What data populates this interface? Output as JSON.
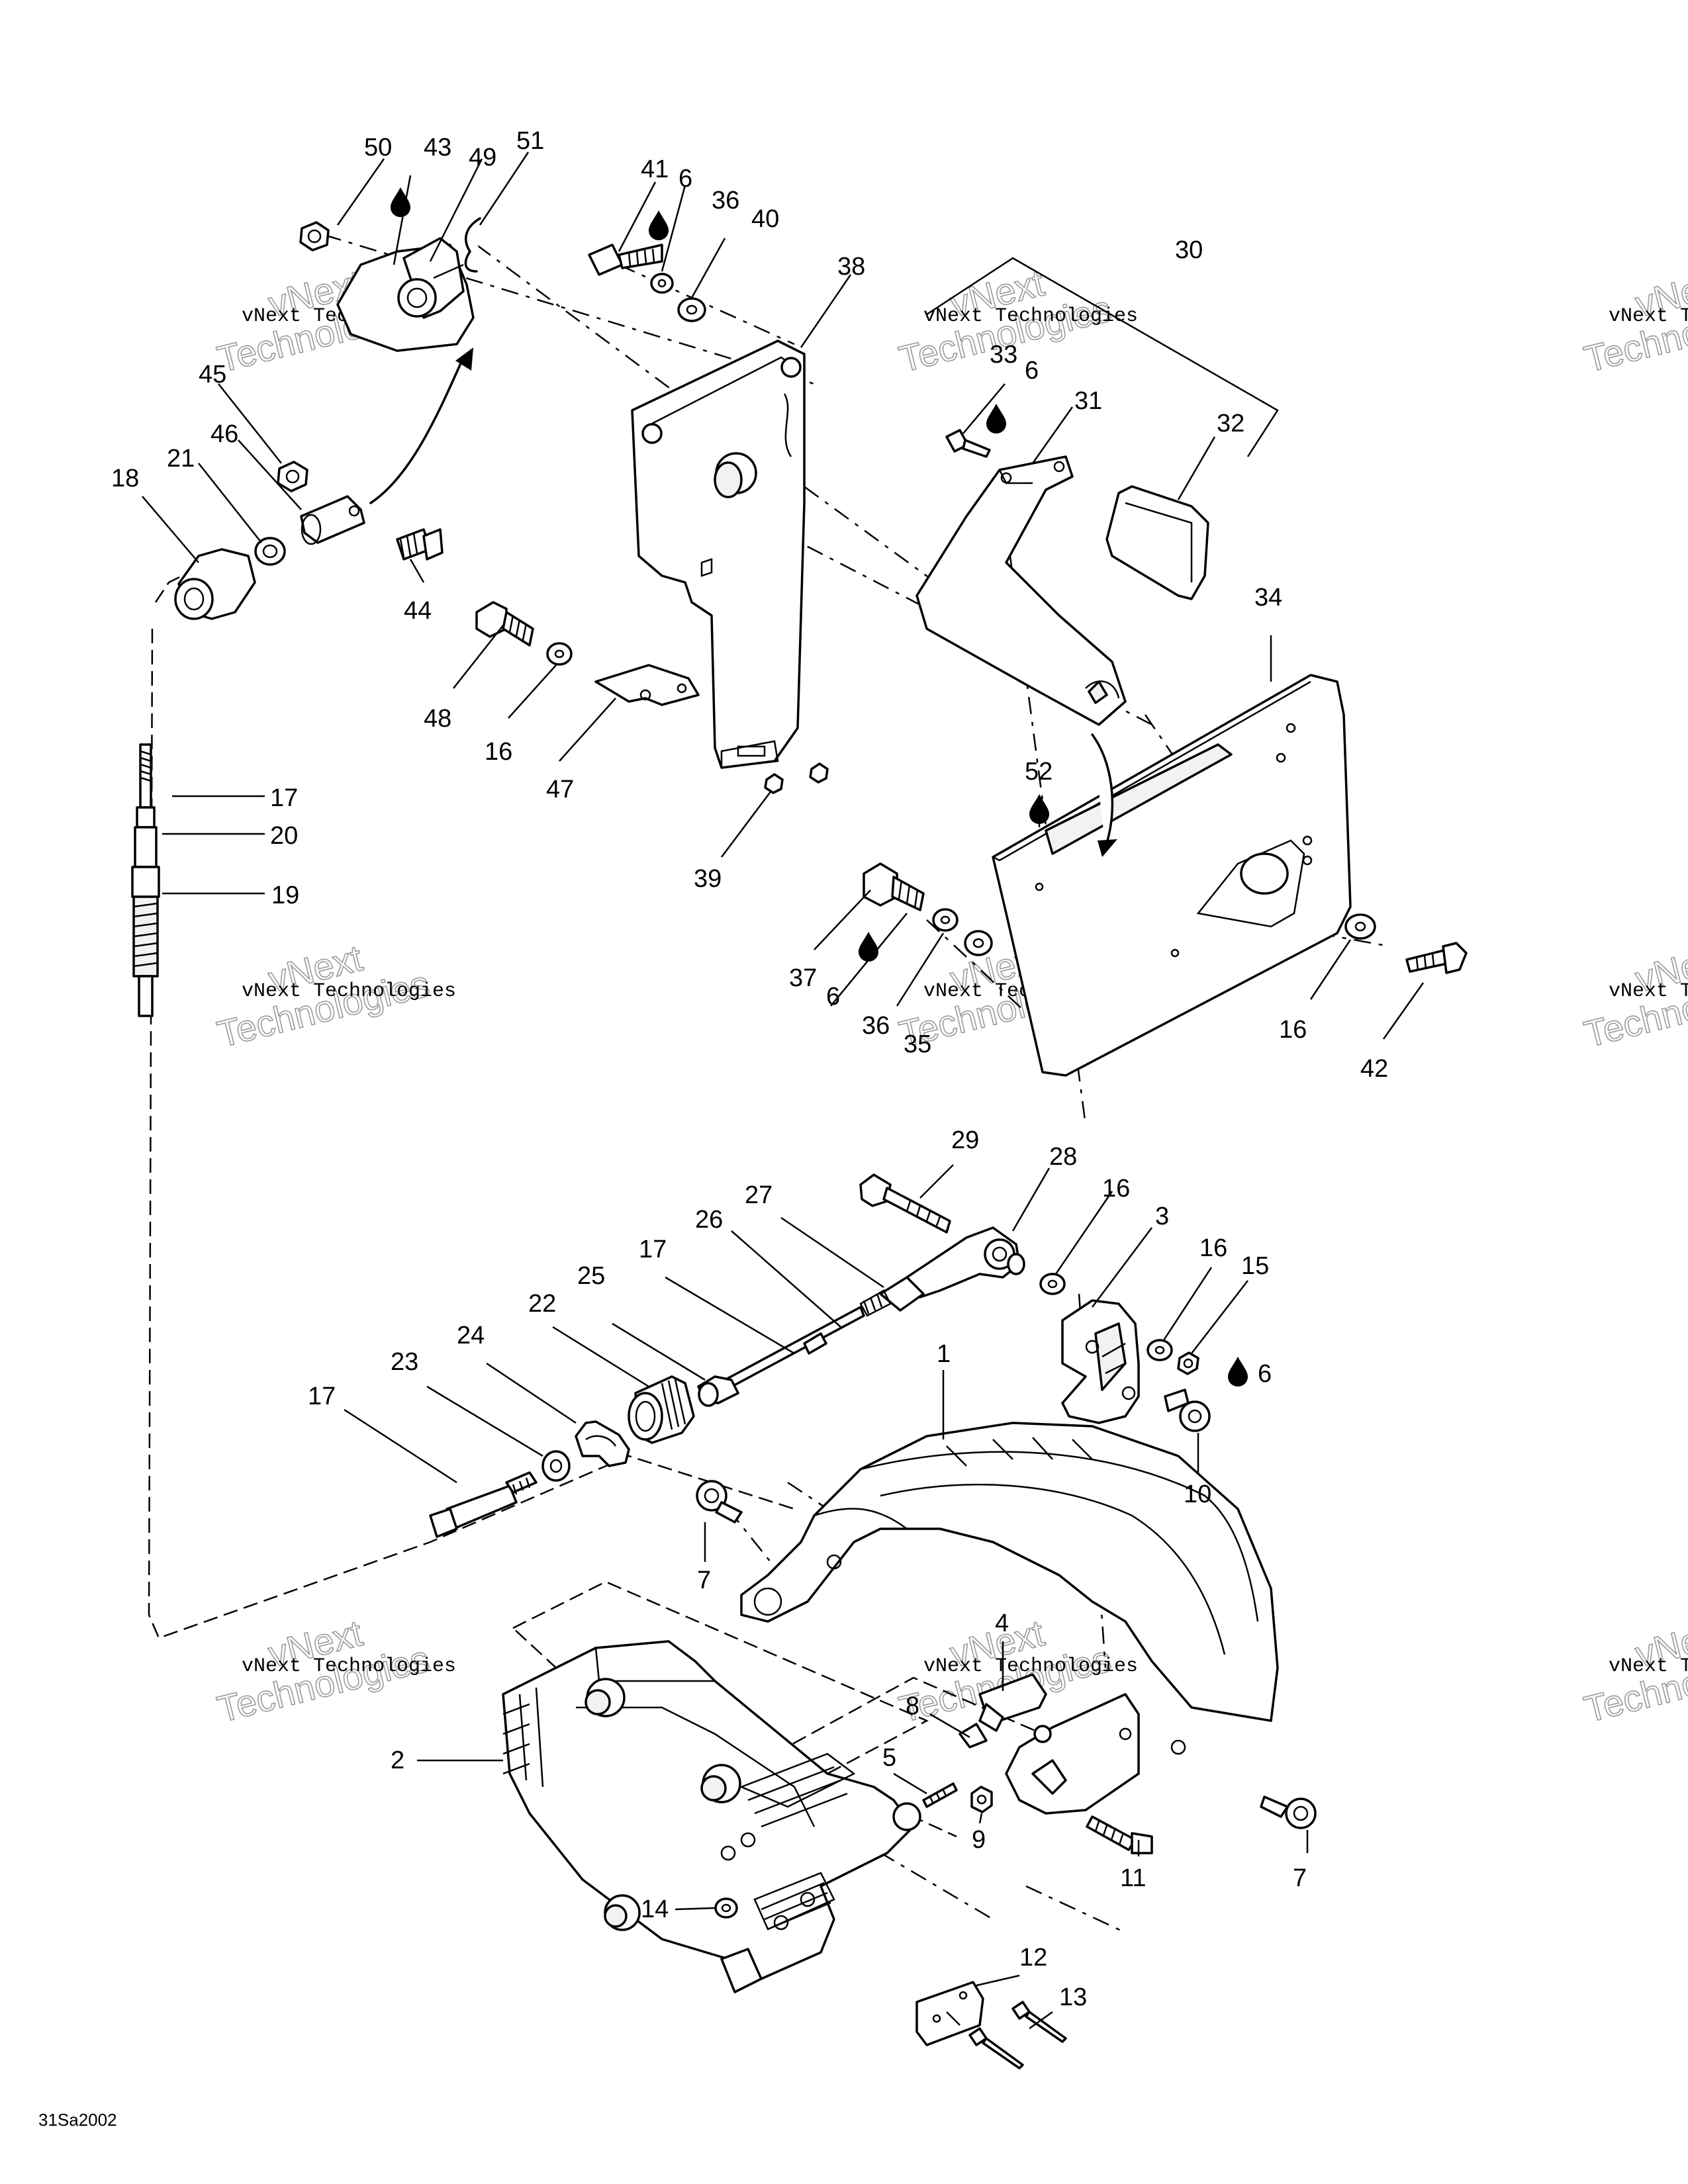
{
  "diagram_code": "31Sa2002",
  "watermark": {
    "line1": "vNext Technologies",
    "line2": "Technologies",
    "line2_offset": "vNext"
  },
  "callouts": [
    {
      "id": "c50",
      "label": "50"
    },
    {
      "id": "c43",
      "label": "43"
    },
    {
      "id": "c49",
      "label": "49"
    },
    {
      "id": "c51",
      "label": "51"
    },
    {
      "id": "c41",
      "label": "41"
    },
    {
      "id": "c6a",
      "label": "6"
    },
    {
      "id": "c36a",
      "label": "36"
    },
    {
      "id": "c40",
      "label": "40"
    },
    {
      "id": "c38",
      "label": "38"
    },
    {
      "id": "c30",
      "label": "30"
    },
    {
      "id": "c33",
      "label": "33"
    },
    {
      "id": "c6b",
      "label": "6"
    },
    {
      "id": "c31",
      "label": "31"
    },
    {
      "id": "c32",
      "label": "32"
    },
    {
      "id": "c45",
      "label": "45"
    },
    {
      "id": "c46",
      "label": "46"
    },
    {
      "id": "c21",
      "label": "21"
    },
    {
      "id": "c18",
      "label": "18"
    },
    {
      "id": "c44",
      "label": "44"
    },
    {
      "id": "c48",
      "label": "48"
    },
    {
      "id": "c16a",
      "label": "16"
    },
    {
      "id": "c47",
      "label": "47"
    },
    {
      "id": "c34",
      "label": "34"
    },
    {
      "id": "c52",
      "label": "52"
    },
    {
      "id": "c17a",
      "label": "17"
    },
    {
      "id": "c20",
      "label": "20"
    },
    {
      "id": "c19",
      "label": "19"
    },
    {
      "id": "c39",
      "label": "39"
    },
    {
      "id": "c37",
      "label": "37"
    },
    {
      "id": "c6c",
      "label": "6"
    },
    {
      "id": "c36b",
      "label": "36"
    },
    {
      "id": "c35",
      "label": "35"
    },
    {
      "id": "c16b",
      "label": "16"
    },
    {
      "id": "c42",
      "label": "42"
    },
    {
      "id": "c29",
      "label": "29"
    },
    {
      "id": "c28",
      "label": "28"
    },
    {
      "id": "c27",
      "label": "27"
    },
    {
      "id": "c26",
      "label": "26"
    },
    {
      "id": "c16c",
      "label": "16"
    },
    {
      "id": "c3",
      "label": "3"
    },
    {
      "id": "c17b",
      "label": "17"
    },
    {
      "id": "c25",
      "label": "25"
    },
    {
      "id": "c22",
      "label": "22"
    },
    {
      "id": "c16d",
      "label": "16"
    },
    {
      "id": "c15",
      "label": "15"
    },
    {
      "id": "c6d",
      "label": "6"
    },
    {
      "id": "c24",
      "label": "24"
    },
    {
      "id": "c23",
      "label": "23"
    },
    {
      "id": "c17c",
      "label": "17"
    },
    {
      "id": "c1",
      "label": "1"
    },
    {
      "id": "c10",
      "label": "10"
    },
    {
      "id": "c7a",
      "label": "7"
    },
    {
      "id": "c4",
      "label": "4"
    },
    {
      "id": "c8",
      "label": "8"
    },
    {
      "id": "c2",
      "label": "2"
    },
    {
      "id": "c5",
      "label": "5"
    },
    {
      "id": "c9",
      "label": "9"
    },
    {
      "id": "c7b",
      "label": "7"
    },
    {
      "id": "c11",
      "label": "11"
    },
    {
      "id": "c14",
      "label": "14"
    },
    {
      "id": "c12",
      "label": "12"
    },
    {
      "id": "c13",
      "label": "13"
    }
  ]
}
